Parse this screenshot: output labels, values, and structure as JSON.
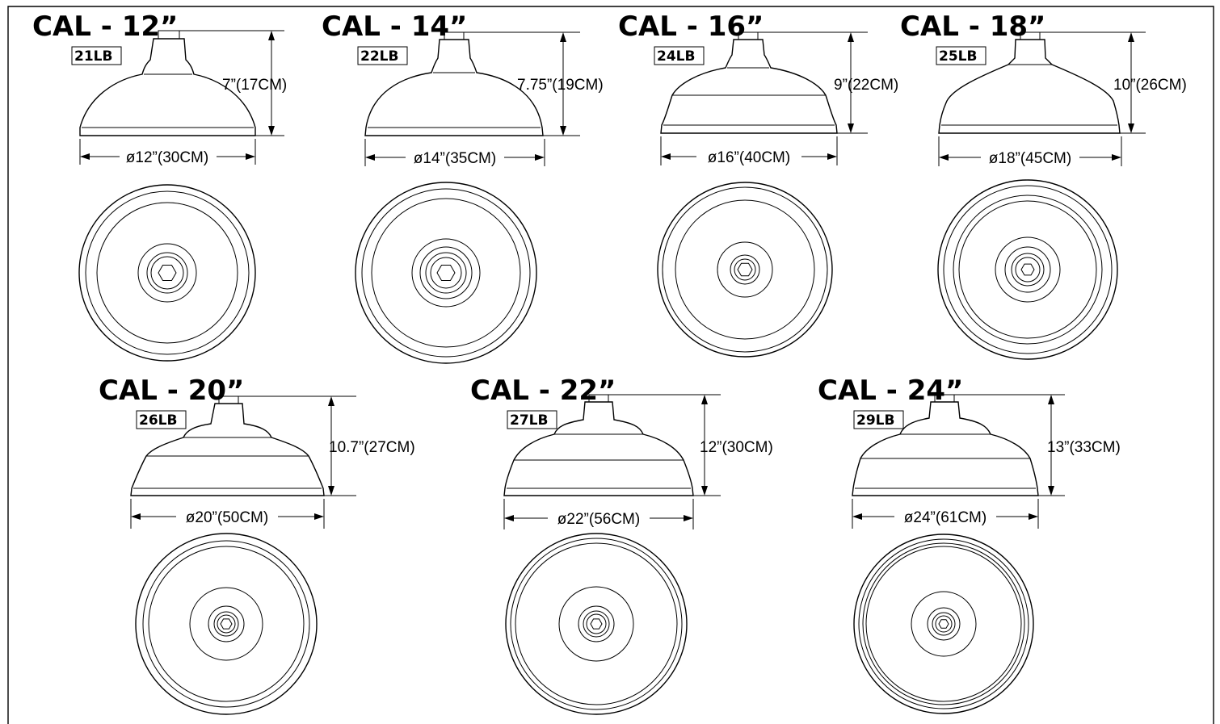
{
  "shades": [
    {
      "model": "CAL - 12”",
      "weight": "21LB",
      "height": "7”(17CM)",
      "diameter": "ø12”(30CM)",
      "size_in": 12,
      "height_in": 7
    },
    {
      "model": "CAL - 14”",
      "weight": "22LB",
      "height": "7.75”(19CM)",
      "diameter": "ø14”(35CM)",
      "size_in": 14,
      "height_in": 7.75
    },
    {
      "model": "CAL - 16”",
      "weight": "24LB",
      "height": "9”(22CM)",
      "diameter": "ø16”(40CM)",
      "size_in": 16,
      "height_in": 9
    },
    {
      "model": "CAL - 18”",
      "weight": "25LB",
      "height": "10”(26CM)",
      "diameter": "ø18”(45CM)",
      "size_in": 18,
      "height_in": 10
    },
    {
      "model": "CAL - 20”",
      "weight": "26LB",
      "height": "10.7”(27CM)",
      "diameter": "ø20”(50CM)",
      "size_in": 20,
      "height_in": 10.7
    },
    {
      "model": "CAL - 22”",
      "weight": "27LB",
      "height": "12”(30CM)",
      "diameter": "ø22”(56CM)",
      "size_in": 22,
      "height_in": 12
    },
    {
      "model": "CAL - 24”",
      "weight": "29LB",
      "height": "13”(33CM)",
      "diameter": "ø24”(61CM)",
      "size_in": 24,
      "height_in": 13
    }
  ]
}
